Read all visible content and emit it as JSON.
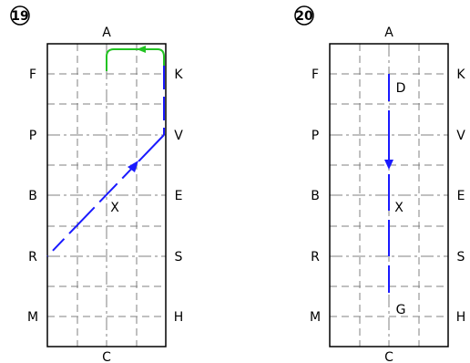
{
  "diagrams": [
    {
      "number": "19",
      "labels": {
        "top": "A",
        "bottom": "C",
        "left": [
          "F",
          "P",
          "B",
          "R",
          "M"
        ],
        "right": [
          "K",
          "V",
          "E",
          "S",
          "H"
        ],
        "center": "X"
      }
    },
    {
      "number": "20",
      "labels": {
        "top": "A",
        "bottom": "C",
        "left": [
          "F",
          "P",
          "B",
          "R",
          "M"
        ],
        "right": [
          "K",
          "V",
          "E",
          "S",
          "H"
        ],
        "center": "X",
        "start_marker": "D",
        "end_marker": "G"
      }
    }
  ],
  "colors": {
    "outline": "#000000",
    "grid": "#808080",
    "path_main": "#1a1aff",
    "path_turn": "#22c322"
  }
}
